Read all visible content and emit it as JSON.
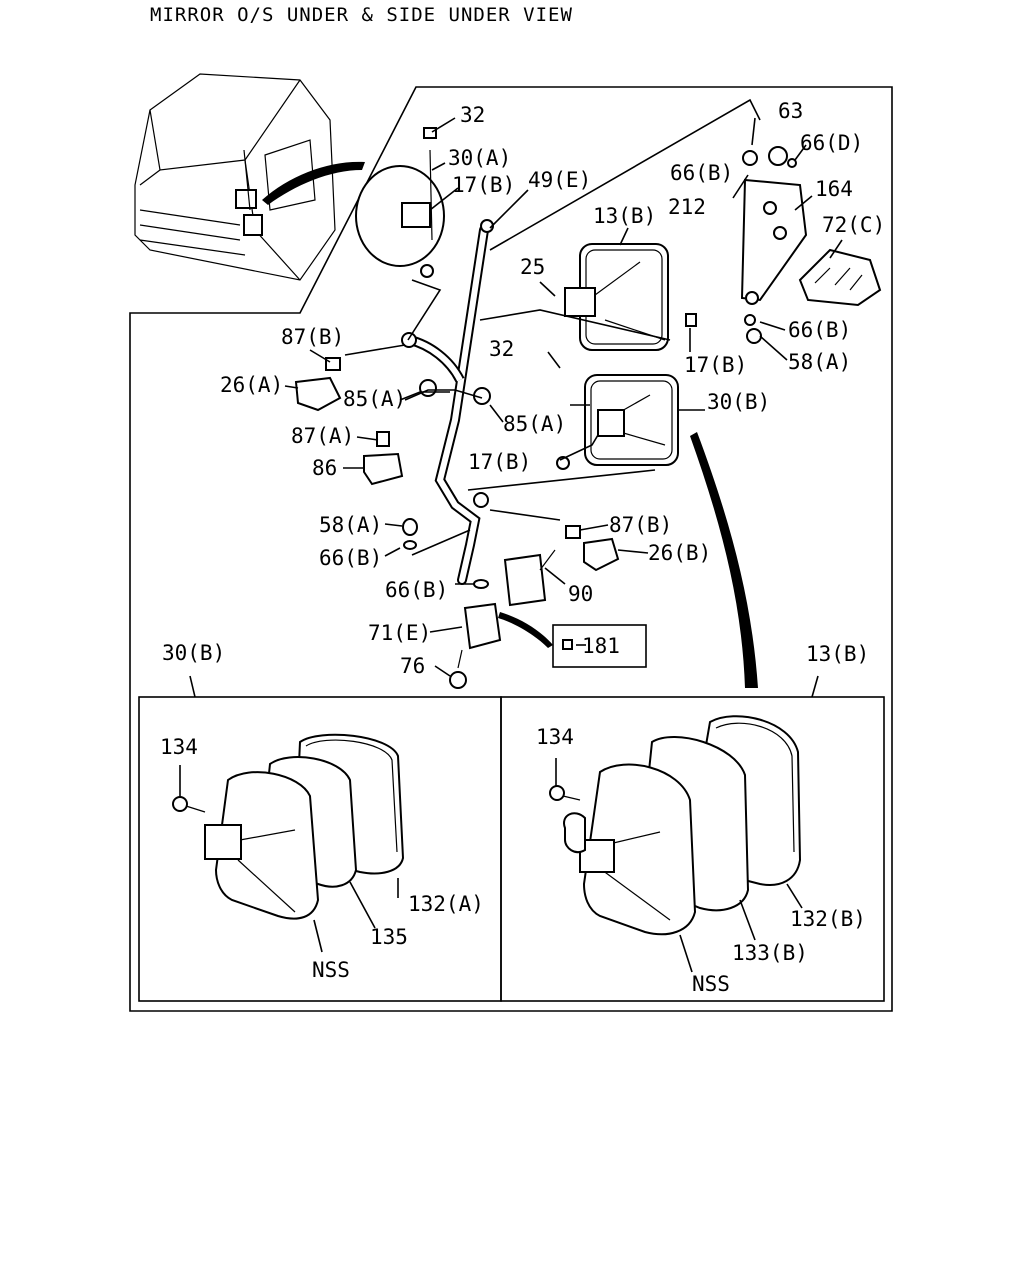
{
  "title": "MIRROR O/S UNDER & SIDE UNDER VIEW",
  "callouts": {
    "c32a": "32",
    "c30a": "30(A)",
    "c17ba": "17(B)",
    "c49e": "49(E)",
    "c13b": "13(B)",
    "c25": "25",
    "c17bb": "17(B)",
    "c32b": "32",
    "c30b": "30(B)",
    "c17bc": "17(B)",
    "c63": "63",
    "c66d": "66(D)",
    "c66ba": "66(B)",
    "c212": "212",
    "c164": "164",
    "c72c": "72(C)",
    "c66bb": "66(B)",
    "c58aa": "58(A)",
    "c87ba": "87(B)",
    "c26aa": "26(A)",
    "c85aa": "85(A)",
    "c85ab": "85(A)",
    "c87a": "87(A)",
    "c86": "86",
    "c58ab": "58(A)",
    "c66bc": "66(B)",
    "c87bb": "87(B)",
    "c26b": "26(B)",
    "c66bd": "66(B)",
    "c90": "90",
    "c71e": "71(E)",
    "c181": "181",
    "c76": "76",
    "c30b_head": "30(B)",
    "c13b_head": "13(B)",
    "c134a": "134",
    "c132a": "132(A)",
    "c135": "135",
    "c nss_a": "NSS",
    "c134b": "134",
    "c132b": "132(B)",
    "c133b": "133(B)",
    "cnssb": "NSS"
  }
}
